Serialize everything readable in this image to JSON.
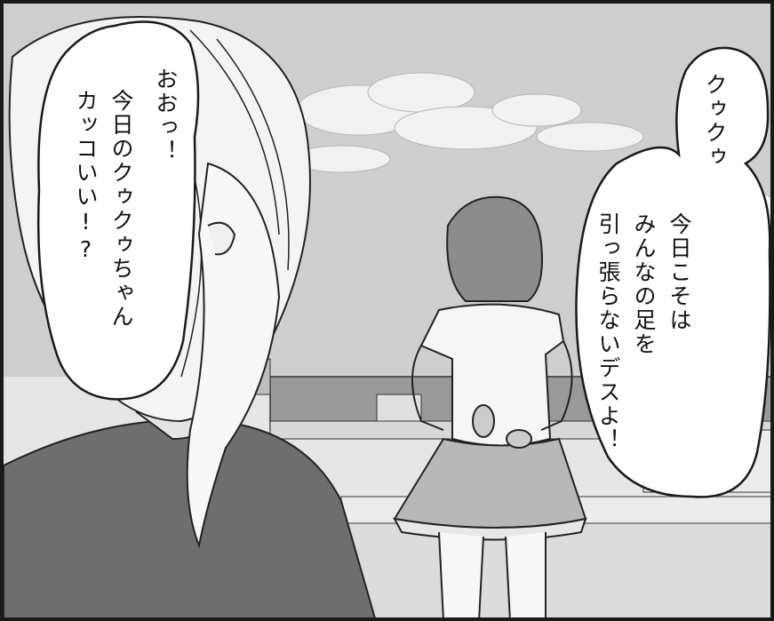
{
  "bubble_left": {
    "lines": [
      "おおっ！",
      "今日のクゥクゥちゃん",
      "カッコいい!?"
    ]
  },
  "bubble_right": {
    "lines": [
      "クゥクゥ",
      "今日こそは",
      "みんなの足を",
      "引っ張らないデスよ！"
    ]
  },
  "colors": {
    "sky": "#cfcfcf",
    "cloud": "#f2f2f2",
    "bubble": "#ffffff",
    "ink": "#1a1a1a",
    "jacket": "#6e6e6e",
    "hair_blonde": "#f4f4f4",
    "hair_brown": "#8c8c8c",
    "skirt": "#b8b8b8"
  }
}
